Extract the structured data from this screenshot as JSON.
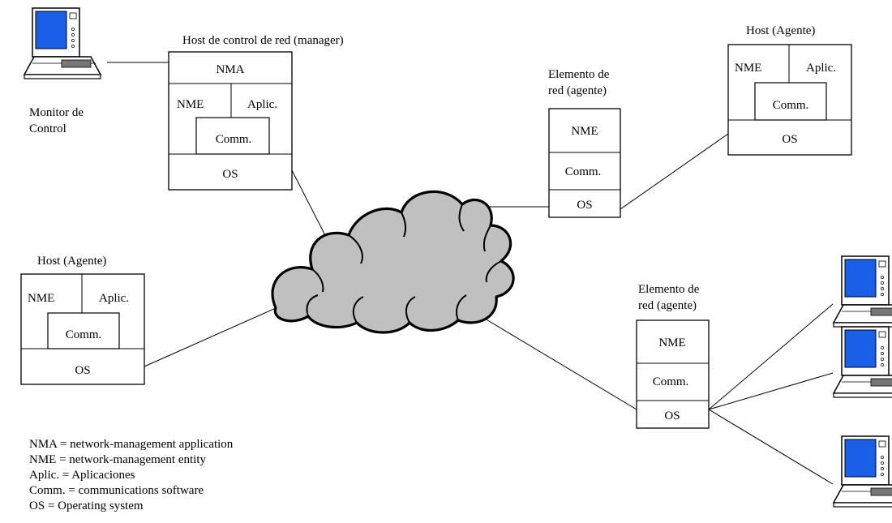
{
  "monitor": {
    "icon": "computer-monitor-icon",
    "label_line1": "Monitor de",
    "label_line2": "Control"
  },
  "manager": {
    "title": "Host de control de red (manager)",
    "nma": "NMA",
    "nme": "NME",
    "aplic": "Aplic.",
    "comm": "Comm.",
    "os": "OS"
  },
  "element_top": {
    "title_line1": "Elemento de",
    "title_line2": "red (agente)",
    "nme": "NME",
    "comm": "Comm.",
    "os": "OS"
  },
  "host_top_right": {
    "title": "Host (Agente)",
    "nme": "NME",
    "aplic": "Aplic.",
    "comm": "Comm.",
    "os": "OS"
  },
  "host_left": {
    "title": "Host (Agente)",
    "nme": "NME",
    "aplic": "Aplic.",
    "comm": "Comm.",
    "os": "OS"
  },
  "element_bottom": {
    "title_line1": "Elemento de",
    "title_line2": "red (agente)",
    "nme": "NME",
    "comm": "Comm.",
    "os": "OS"
  },
  "network": {
    "icon": "network-cloud-icon"
  },
  "terminals": {
    "icon": "computer-terminal-icon"
  },
  "legend": [
    "NMA = network-management application",
    "NME = network-management entity",
    "Aplic. = Aplicaciones",
    "Comm. = communications software",
    "OS = Operating system"
  ],
  "colors": {
    "screen": "#1a5fe8",
    "cloud": "#c0c0c0"
  }
}
